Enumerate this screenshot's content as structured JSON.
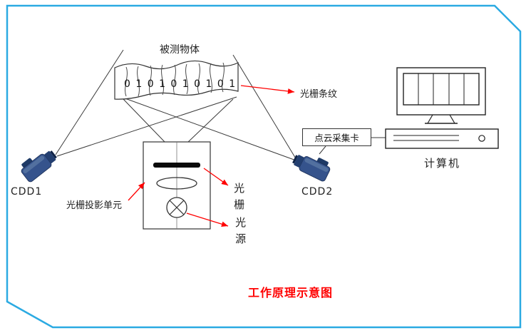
{
  "labels": {
    "measured_object": "被测物体",
    "digits": "0 1 0 1 0 1 0 1 0 1",
    "fringe": "光栅条纹",
    "cdd1": "CDD1",
    "cdd2": "CDD2",
    "projection_unit": "光栅投影单元",
    "grating": "光栅",
    "light_source": "光源",
    "capture_card": "点云采集卡",
    "computer": "计算机",
    "title": "工作原理示意图"
  },
  "colors": {
    "frame_border": "#2BAAE2",
    "annotation_arrow": "#FF0000",
    "title_text": "#FF0000",
    "camera_body": "#35538C",
    "line": "#333333"
  }
}
